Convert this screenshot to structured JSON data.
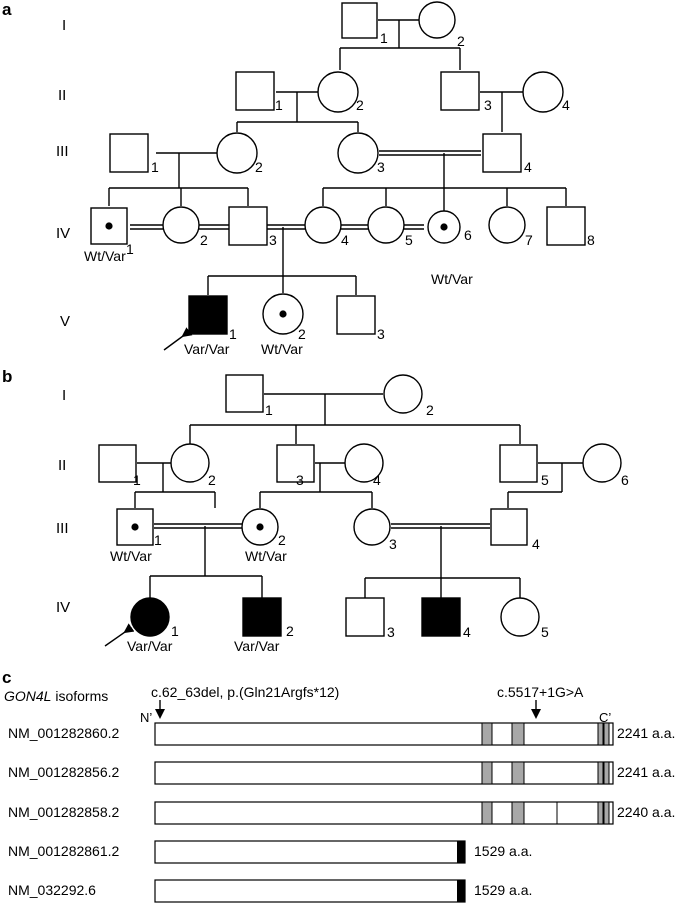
{
  "panel_a": {
    "label": "a",
    "generations": [
      "I",
      "II",
      "III",
      "IV",
      "V"
    ],
    "individuals": {
      "I1": "1",
      "I2": "2",
      "II1": "1",
      "II2": "2",
      "II3": "3",
      "II4": "4",
      "III1": "1",
      "III2": "2",
      "III3": "3",
      "III4": "4",
      "IV1": "1",
      "IV2": "2",
      "IV3": "3",
      "IV4": "4",
      "IV5": "5",
      "IV6": "6",
      "IV7": "7",
      "IV8": "8",
      "V1": "1",
      "V2": "2",
      "V3": "3"
    },
    "genotypes": {
      "IV1": "Wt/Var",
      "IV6": "Wt/Var",
      "V1": "Var/Var",
      "V2": "Wt/Var"
    }
  },
  "panel_b": {
    "label": "b",
    "generations": [
      "I",
      "II",
      "III",
      "IV"
    ],
    "individuals": {
      "I1": "1",
      "I2": "2",
      "II1": "1",
      "II2": "2",
      "II3": "3",
      "II4": "4",
      "II5": "5",
      "II6": "6",
      "III1": "1",
      "III2": "2",
      "III3": "3",
      "III4": "4",
      "IV1": "1",
      "IV2": "2",
      "IV3": "3",
      "IV4": "4",
      "IV5": "5"
    },
    "genotypes": {
      "III1": "Wt/Var",
      "III2": "Wt/Var",
      "IV1": "Var/Var",
      "IV2": "Var/Var"
    }
  },
  "panel_c": {
    "label": "c",
    "gene_label": "GON4L isoforms",
    "mutation_1": "c.62_63del, p.(Gln21Argfs*12)",
    "mutation_2": "c.5517+1G>A",
    "n_term": "N’",
    "c_term": "C’",
    "isoforms": [
      {
        "id": "NM_001282860.2",
        "length": "2241 a.a."
      },
      {
        "id": "NM_001282856.2",
        "length": "2241 a.a."
      },
      {
        "id": "NM_001282858.2",
        "length": "2240 a.a."
      },
      {
        "id": "NM_001282861.2",
        "length": "1529 a.a."
      },
      {
        "id": "NM_032292.6",
        "length": "1529 a.a."
      }
    ]
  }
}
